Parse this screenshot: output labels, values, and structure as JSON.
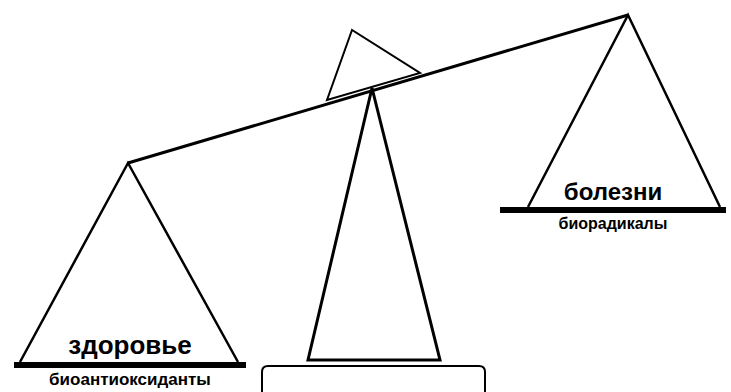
{
  "diagram": {
    "nodes": [
      {
        "text": [
          "здоровье",
          "биоантиоксиданты"
        ]
      },
      {
        "text": [
          "болезни",
          "биорадикалы"
        ]
      }
    ],
    "edges": [
      {
        "from": 0,
        "to": 1,
        "arrow": "none"
      }
    ]
  }
}
